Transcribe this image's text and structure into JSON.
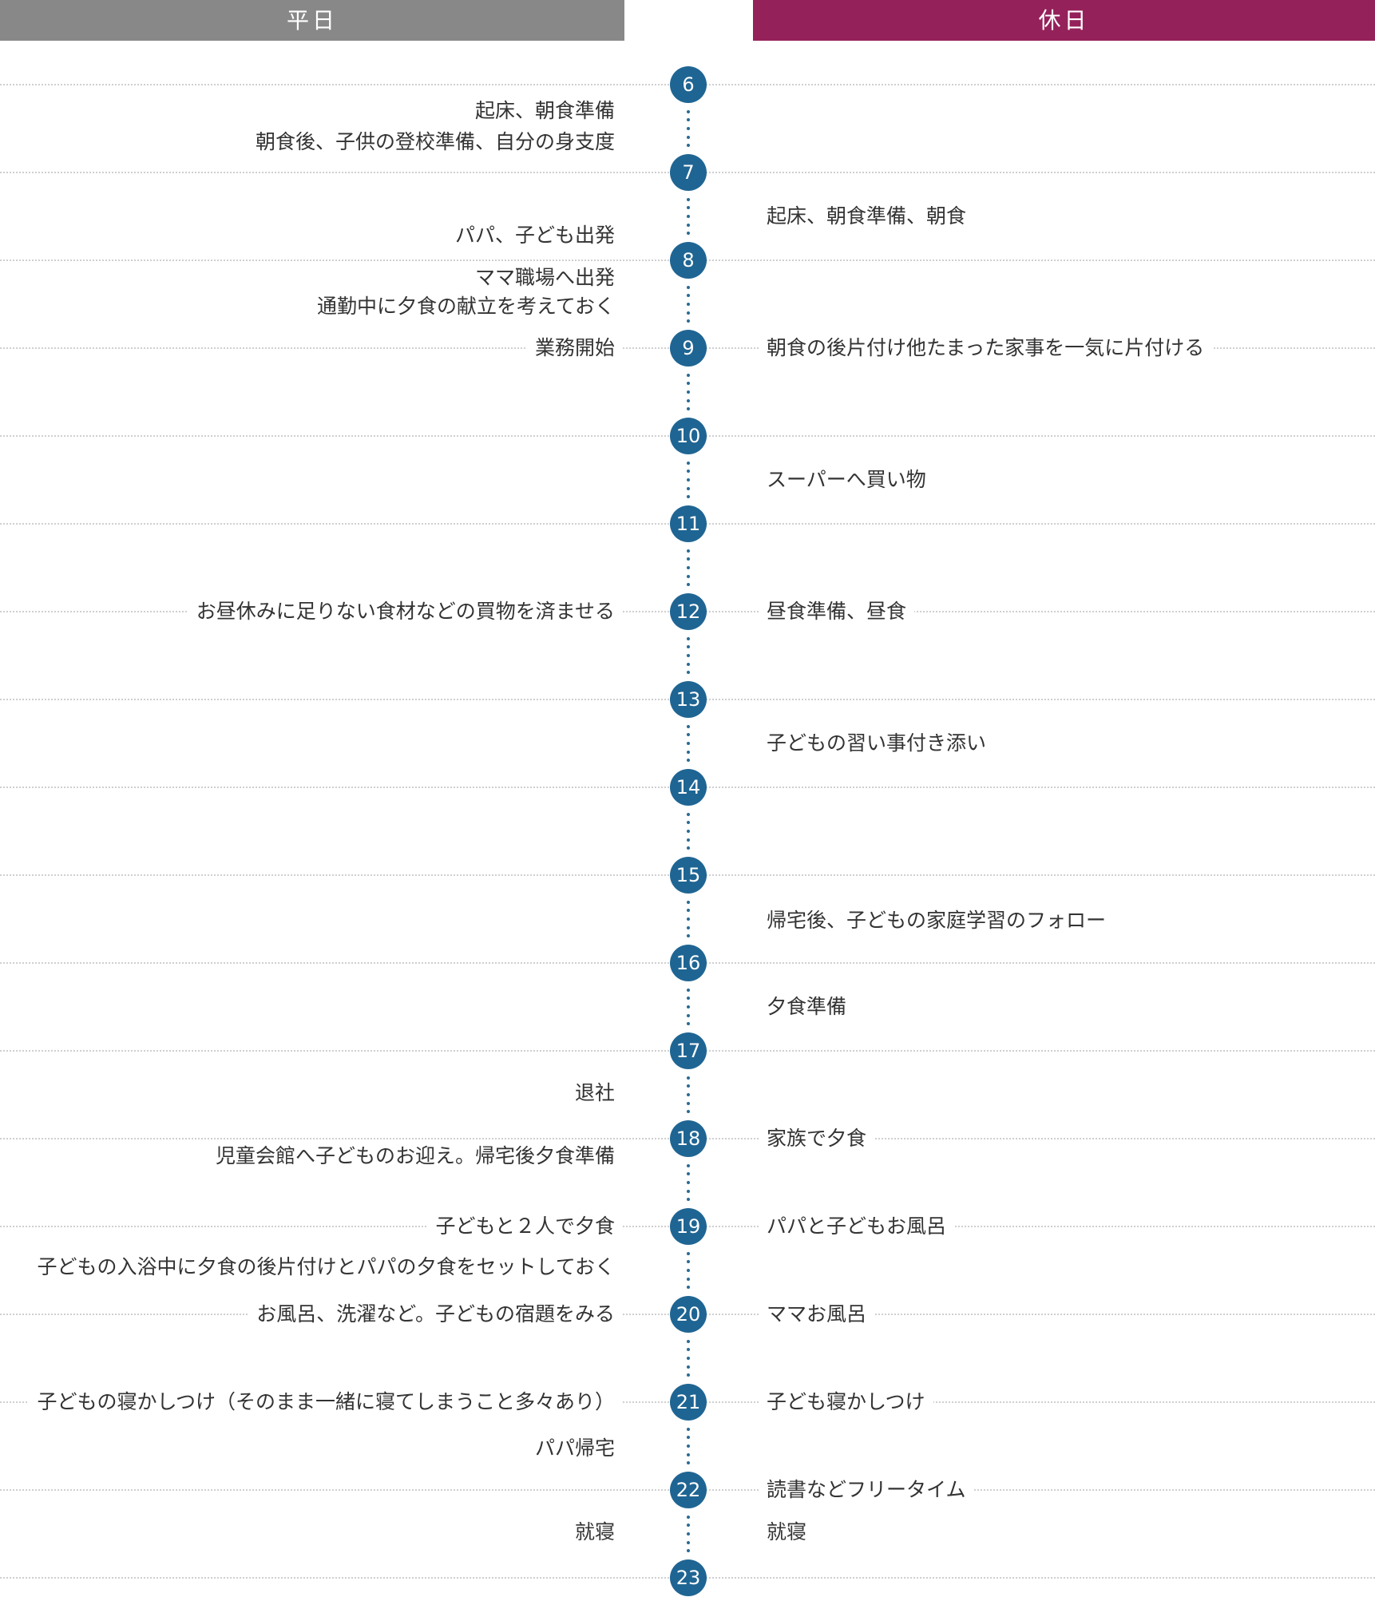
{
  "header": {
    "weekday": "平日",
    "holiday": "休日"
  },
  "colors": {
    "weekday_header": "#888888",
    "holiday_header": "#95215a",
    "hour_marker": "#1f6593"
  },
  "hours": [
    "6",
    "7",
    "8",
    "9",
    "10",
    "11",
    "12",
    "13",
    "14",
    "15",
    "16",
    "17",
    "18",
    "19",
    "20",
    "21",
    "22",
    "23"
  ],
  "weekday": [
    {
      "text": "起床、朝食準備",
      "at": 6.3
    },
    {
      "text": "朝食後、子供の登校準備、自分の身支度",
      "at": 6.65
    },
    {
      "text": "パパ、子ども出発",
      "at": 7.72
    },
    {
      "text": "ママ職場へ出発",
      "at": 8.2
    },
    {
      "text": "通勤中に夕食の献立を考えておく",
      "at": 8.53
    },
    {
      "text": "業務開始",
      "at": 9.0
    },
    {
      "text": "お昼休みに足りない食材などの買物を済ませる",
      "at": 12.0
    },
    {
      "text": "退社",
      "at": 17.48
    },
    {
      "text": "児童会館へ子どものお迎え。帰宅後夕食準備",
      "at": 18.2
    },
    {
      "text": "子どもと２人で夕食",
      "at": 19.0
    },
    {
      "text": "子どもの入浴中に夕食の後片付けとパパの夕食をセットしておく",
      "at": 19.46
    },
    {
      "text": "お風呂、洗濯など。子どもの宿題をみる",
      "at": 20.0
    },
    {
      "text": "子どもの寝かしつけ（そのまま一緒に寝てしまうこと多々あり）",
      "at": 21.0
    },
    {
      "text": "パパ帰宅",
      "at": 21.53
    },
    {
      "text": "就寝",
      "at": 22.48
    }
  ],
  "holiday": [
    {
      "text": "起床、朝食準備、朝食",
      "at": 7.5
    },
    {
      "text": "朝食の後片付け他たまった家事を一気に片付ける",
      "at": 9.0
    },
    {
      "text": "スーパーへ買い物",
      "at": 10.5
    },
    {
      "text": "昼食準備、昼食",
      "at": 12.0
    },
    {
      "text": "子どもの習い事付き添い",
      "at": 13.5
    },
    {
      "text": "帰宅後、子どもの家庭学習のフォロー",
      "at": 15.52
    },
    {
      "text": "夕食準備",
      "at": 16.5
    },
    {
      "text": "家族で夕食",
      "at": 18.0
    },
    {
      "text": "パパと子どもお風呂",
      "at": 19.0
    },
    {
      "text": "ママお風呂",
      "at": 20.0
    },
    {
      "text": "子ども寝かしつけ",
      "at": 21.0
    },
    {
      "text": "読書などフリータイム",
      "at": 22.0
    },
    {
      "text": "就寝",
      "at": 22.48
    }
  ]
}
